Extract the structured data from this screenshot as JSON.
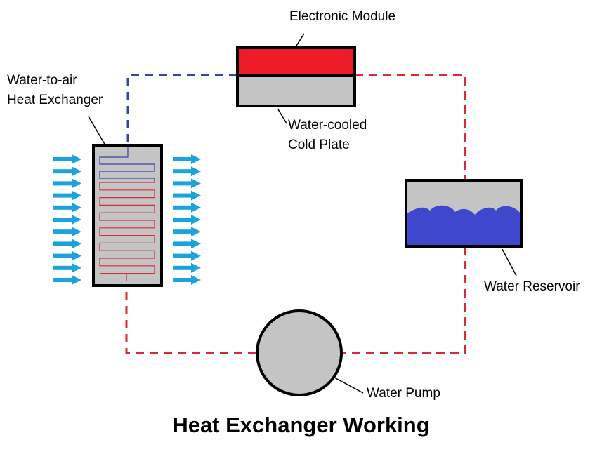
{
  "title": "Heat Exchanger Working",
  "labels": {
    "electronic_module": "Electronic Module",
    "cold_plate_line1": "Water-cooled",
    "cold_plate_line2": "Cold Plate",
    "heat_exchanger_line1": "Water-to-air",
    "heat_exchanger_line2": "Heat Exchanger",
    "water_reservoir": "Water Reservoir",
    "water_pump": "Water Pump"
  },
  "colors": {
    "hot_line": "#d62c36",
    "cold_line": "#3346a8",
    "module_red": "#ee1c27",
    "plate_gray": "#c4c4c4",
    "water_blue": "#3f48cc",
    "air_arrow": "#1aa3dc"
  }
}
